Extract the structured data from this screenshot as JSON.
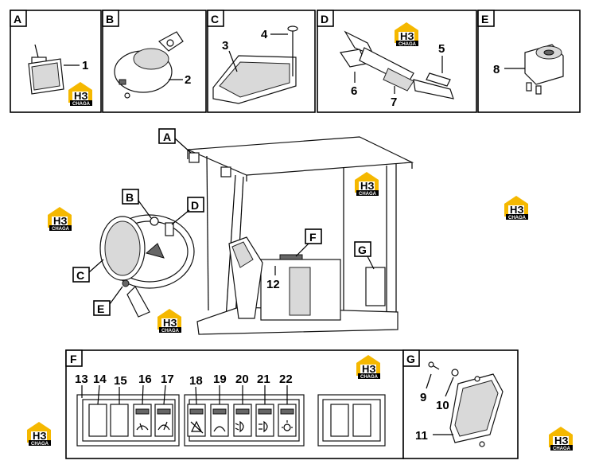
{
  "panel_letters": [
    "A",
    "B",
    "C",
    "D",
    "E"
  ],
  "panel_f_letter": "F",
  "panel_g_letter": "G",
  "callouts": {
    "a": "A",
    "b": "B",
    "c": "C",
    "d": "D",
    "e": "E",
    "f": "F",
    "g": "G"
  },
  "part_numbers": {
    "p1": "1",
    "p2": "2",
    "p3": "3",
    "p4": "4",
    "p5": "5",
    "p6": "6",
    "p7": "7",
    "p8": "8",
    "p9": "9",
    "p10": "10",
    "p11": "11",
    "p12": "12"
  },
  "switch_numbers": [
    "13",
    "14",
    "15",
    "16",
    "17",
    "18",
    "19",
    "20",
    "21",
    "22"
  ],
  "watermark": {
    "mark": "НЗ",
    "sub": "CHAGA",
    "color": "#f5b800"
  }
}
